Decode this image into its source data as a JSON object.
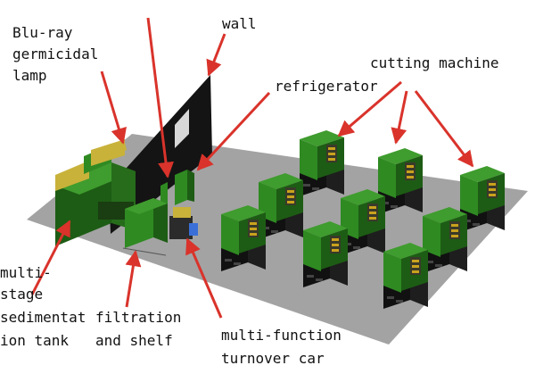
{
  "labels": {
    "lamp": [
      "Blu-ray",
      "germicidal",
      "lamp"
    ],
    "wall": "wall",
    "refrigerator": "refrigerator",
    "cutting": "cutting machine",
    "tank": [
      "multi-",
      "stage",
      "sedimentat",
      "ion tank"
    ],
    "filtration": [
      "filtration",
      "and shelf"
    ],
    "turnover": [
      "multi-function",
      "turnover car"
    ]
  },
  "colors": {
    "floor": "#a3a3a3",
    "machine_green": "#2f8a22",
    "machine_dark_green": "#1d5c14",
    "machine_base": "#161616",
    "wall": "#141414",
    "arrow": "#d9332b",
    "lamp_yellow": "#c8b23a",
    "blue_car": "#3a6fd8"
  }
}
